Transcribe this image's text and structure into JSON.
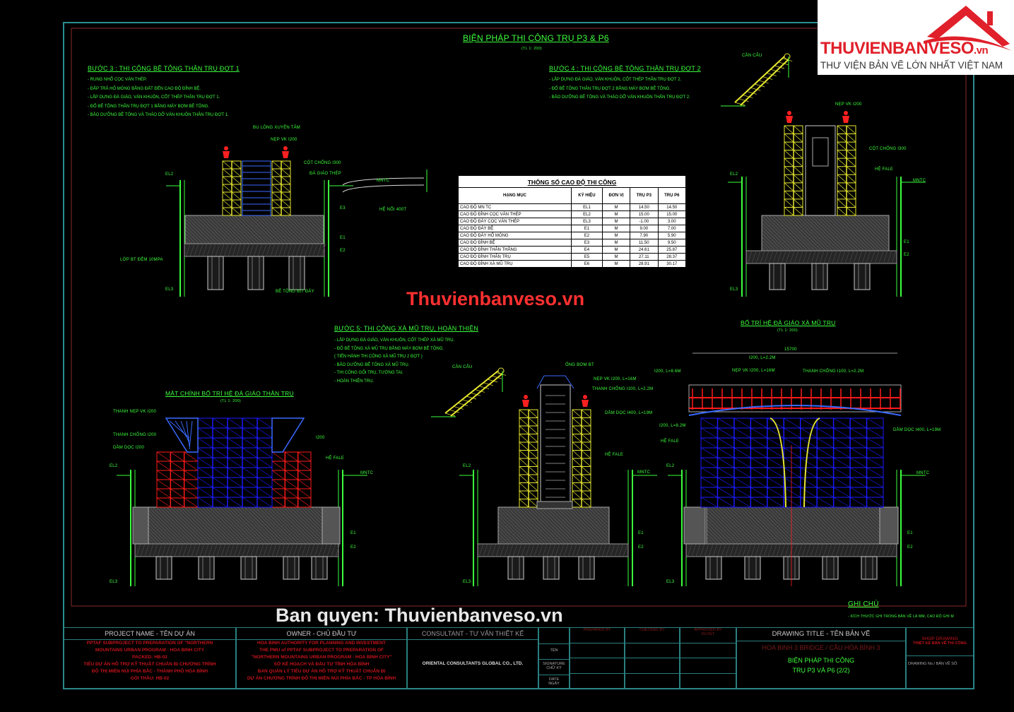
{
  "title": "BIỆN PHÁP THI CÔNG TRỤ P3 & P6",
  "scale": "(TL 1: 200)",
  "step3": {
    "heading": "BƯỚC 3 : THI CÔNG BỆ TÔNG THÂN TRỤ ĐỢT 1",
    "notes": [
      "- RUNG NHỔ CỌC VÁN THÉP.",
      "- ĐẮP TRẢ HỐ MÓNG BẰNG ĐẤT ĐẾN CAO ĐỘ ĐỈNH BỆ.",
      "- LẮP DỰNG ĐÀ GIÁO, VÁN KHUÔN, CỐT THÉP THÂN TRỤ ĐỢT 1.",
      "- ĐỔ BÊ TÔNG THÂN TRỤ ĐỢT 1 BẰNG MÁY BƠM BÊ TÔNG.",
      "- BẢO DƯỠNG BÊ TÔNG VÀ THÁO DỠ VÁN KHUÔN THÂN TRỤ ĐỢT 1."
    ],
    "labels": {
      "bulong": "BU LÔNG XUYÊN TÂM",
      "nep": "NẸP VK I200",
      "cotchong": "CỘT CHỐNG I300",
      "dagiao": "ĐÀ GIÁO THÉP",
      "mntc": "MNTC",
      "henoi": "HỆ NỔI 400T",
      "lopbt": "LỚP BT ĐỆM 10MPA",
      "betong": "BÊ TÔNG BỊT ĐÁY",
      "el2": "EL2",
      "el3": "EL3",
      "e1": "E1",
      "e2": "E2",
      "e3": "E3"
    }
  },
  "step4": {
    "heading": "BƯỚC 4 : THI CÔNG BỆ TÔNG THÂN TRỤ ĐỢT 2",
    "notes": [
      "- LẮP DỰNG ĐÀ GIÁO, VÁN KHUÔN, CỐT THÉP THÂN TRỤ ĐỢT 2.",
      "- ĐỔ BÊ TÔNG THÂN TRỤ ĐỢT 2 BẰNG MÁY BƠM BÊ TÔNG.",
      "- BẢO DƯỠNG BÊ TÔNG VÀ THÁO DỠ VÁN KHUÔN THÂN TRỤ ĐỢT 2."
    ],
    "labels": {
      "cancau": "CẦN CẨU",
      "nep": "NẸP VK I200",
      "cotchong": "CỘT CHỐNG I300",
      "hefale": "HỆ FALE",
      "mntc": "MNTC",
      "el2": "EL2",
      "el3": "EL3",
      "e1": "E1",
      "e2": "E2"
    }
  },
  "step5": {
    "heading": "BƯỚC 5: THI CÔNG XÀ MŨ TRỤ, HOÀN THIỆN",
    "notes": [
      "- LẮP DỰNG ĐÀ GIÁO, VÁN KHUÔN, CỐT THÉP XÀ MŨ TRỤ.",
      "- ĐỔ BÊ TÔNG XÀ MŨ TRỤ BẰNG MÁY BƠM BÊ TÔNG.",
      "( TIẾN HÀNH THI CÔNG XÀ MŨ TRỤ 2 ĐỢT )",
      "- BẢO DƯỠNG BÊ TÔNG XÀ MŨ TRỤ.",
      "- THI CÔNG GỐI TRỤ, TƯỜNG TAI.",
      "- HOÀN THIỆN TRỤ."
    ],
    "labels": {
      "cancau": "CẦN CẨU",
      "ongbom": "ỐNG BƠM BT",
      "nep": "NẸP VK I200, L=16M",
      "thanhchong": "THANH CHỐNG I100, L=2.2M",
      "damdoc": "DẦM DỌC I400, L=19M",
      "hefale": "HỆ FALE",
      "mntc": "MNTC",
      "el2": "EL2",
      "el3": "EL3",
      "e1": "E1",
      "e2": "E2"
    }
  },
  "front_view": {
    "heading": "MẶT CHÍNH BỐ TRÍ HỆ ĐÀ GIÁO THÂN TRỤ",
    "scale": "(TL 1: 200)",
    "labels": {
      "thanhnep": "THANH NẸP VK I200",
      "thanhchong": "THANH CHỐNG I200",
      "damdoc": "DẦM DỌC I200",
      "i200": "I200",
      "hefale": "HỆ FALE",
      "mntc": "MNTC",
      "el2": "EL2",
      "el3": "EL3",
      "e1": "E1",
      "e2": "E2"
    }
  },
  "cap_view": {
    "heading": "BỐ TRÍ HỆ ĐÀ GIÁO XÀ MŨ TRỤ",
    "scale": "(TL 1: 200)",
    "labels": {
      "dim": "15700",
      "i200a": "I200, L=2.2M",
      "i200b": "I200, L=8.6M",
      "nep": "NẸP VK I200, L=16M",
      "thanhchong": "THANH CHỐNG I100, L=2.2M",
      "i200c": "I200, L=8.2M",
      "hefale": "HỆ FALE",
      "damdoc": "DẦM DỌC I400, L=19M",
      "mntc": "MNTC",
      "el2": "EL2",
      "el3": "EL3",
      "e1": "E1",
      "e2": "E2"
    }
  },
  "elevation_table": {
    "title": "THÔNG SỐ CAO ĐỘ THI CÔNG",
    "headers": [
      "HẠNG MỤC",
      "KÝ HIỆU",
      "ĐƠN VỊ",
      "TRỤ P3",
      "TRỤ P6"
    ],
    "rows": [
      [
        "CAO ĐỘ MN TC",
        "EL1",
        "M",
        "14.50",
        "14.50"
      ],
      [
        "CAO ĐỘ ĐỈNH CỌC VÁN THÉP",
        "EL2",
        "M",
        "15.00",
        "15.00"
      ],
      [
        "CAO ĐỘ ĐÁY CỌC VÁN THÉP",
        "EL3",
        "M",
        "-1.00",
        "3.00"
      ],
      [
        "CAO ĐỘ ĐÁY BỆ",
        "E1",
        "M",
        "9.00",
        "7.00"
      ],
      [
        "CAO ĐỘ ĐÁY HỐ MÓNG",
        "E2",
        "M",
        "7.90",
        "5.90"
      ],
      [
        "CAO ĐỘ ĐỈNH BỆ",
        "E3",
        "M",
        "11.50",
        "9.50"
      ],
      [
        "CAO ĐỘ ĐỈNH THÂN THẲNG",
        "E4",
        "M",
        "24.61",
        "25.87"
      ],
      [
        "CAO ĐỘ ĐỈNH THÂN TRỤ",
        "E5",
        "M",
        "27.11",
        "28.37"
      ],
      [
        "CAO ĐỘ ĐỈNH XÀ MŨ TRỤ",
        "E6",
        "M",
        "28.91",
        "30.17"
      ]
    ]
  },
  "ghichu": {
    "title": "GHI CHÚ",
    "text": "- KÍCH THƯỚC GHI TRONG BẢN VẼ LÀ MM, CAO ĐỘ GHI M"
  },
  "title_block": {
    "project_header": "PROJECT NAME - TÊN DỰ ÁN",
    "project_lines": [
      "PPTAF SUBPROJECT TO PREPARATION OF \"NORTHERN",
      "MOUNTAINS URBAN PROGRAM - HOA BINH CITY",
      "PACKED: HB-02",
      "TIỂU DỰ ÁN HỖ TRỢ KỸ THUẬT CHUẨN BỊ CHƯƠNG TRÌNH",
      "ĐÔ THỊ MIỀN NÚI PHÍA BẮC - THÀNH PHỐ HÒA BÌNH",
      "GÓI THẦU: HB-02"
    ],
    "owner_header": "OWNER - CHỦ ĐẦU TƯ",
    "owner_lines": [
      "HOA BINH AUTHORITY FOR PLANNING AND INVESTMENT",
      "THE PMU of PPTAF SUBPROJECT TO PREPARATION OF",
      "\"NORTHERN MOUNTAINS URBAN PROGRAM - HOA BINH CITY\"",
      "SỞ KẾ HOẠCH VÀ ĐẦU TƯ TỈNH HÒA BÌNH",
      "BAN QUẢN LÝ TIỂU DỰ ÁN HỖ TRỢ KỸ THUẬT CHUẨN BỊ",
      "DỰ ÁN CHƯƠNG TRÌNH ĐÔ THỊ MIỀN NÚI PHÍA BẮC - TP HÒA BÌNH"
    ],
    "consultant_header": "CONSULTANT - TƯ VẤN THIẾT KẾ",
    "consultant": "ORIENTAL CONSULTANTS GLOBAL CO., LTD.",
    "prepared": "PREPARED BY",
    "checked": "CHECKED BY",
    "approved": "APPROVED BY\nDUYỆT",
    "name_label": "TÊN",
    "signature_label": "SIGNATURE\nCHỮ KÝ",
    "date_label": "DATE\nNGÀY",
    "drawing_title_header": "DRAWING TITLE - TÊN BẢN VẼ",
    "bridge": "HOA BINH 3 BRIDGE / CẦU HÒA BÌNH 3",
    "drawing_title_1": "BIỆN PHÁP THI CÔNG",
    "drawing_title_2": "TRỤ P3 VÀ P6 (2/2)",
    "shop_drawing": "SHOP DRAWING",
    "shop_drawing_vn": "THIẾT KẾ BẢN VẼ THI CÔNG",
    "drawing_no": "DRAWING No./ BẢN VẼ SỐ:"
  },
  "watermarks": {
    "center": "Thuvienbanveso.vn",
    "copyright": "Ban quyen: Thuvienbanveso.vn"
  },
  "logo": {
    "name": "THUVIENBANVESO",
    "suffix": ".vn",
    "tagline": "THƯ VIỆN BẢN VẼ LỚN NHẤT VIỆT NAM"
  },
  "colors": {
    "frame": "#2a8f8f",
    "text": "#3dff3d",
    "scaffold_blue": "#1a1aff",
    "scaffold_red": "#ff1a1a",
    "scaffold_yellow": "#e8e830",
    "logo_red": "#e0202a"
  }
}
